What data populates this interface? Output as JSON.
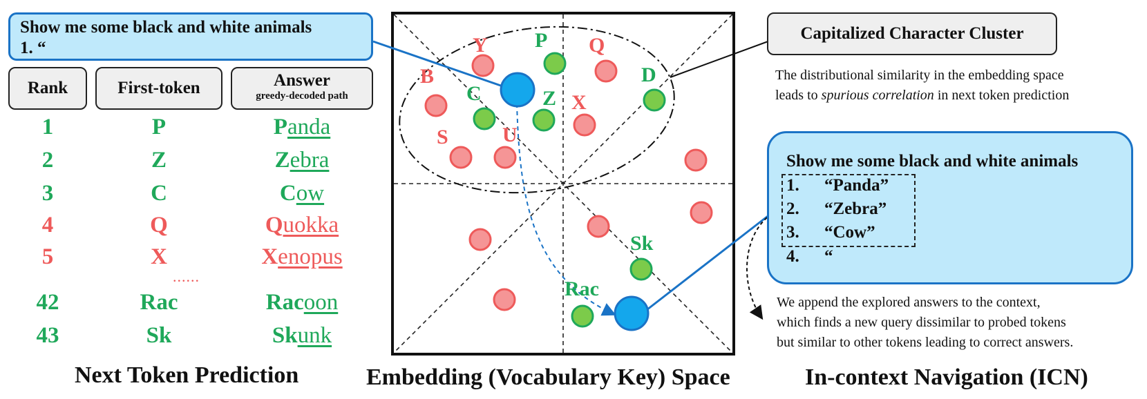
{
  "prompt": {
    "line1": "Show me some black and white animals",
    "line2": "1. “"
  },
  "table": {
    "headers": {
      "rank": "Rank",
      "first_token": "First-token",
      "answer": "Answer",
      "answer_sub": "greedy-decoded path"
    },
    "rows": [
      {
        "rank": "1",
        "token": "P",
        "answer_prefix": "P",
        "answer_rest": "anda",
        "status": "correct"
      },
      {
        "rank": "2",
        "token": "Z",
        "answer_prefix": "Z",
        "answer_rest": "ebra",
        "status": "correct"
      },
      {
        "rank": "3",
        "token": "C",
        "answer_prefix": "C",
        "answer_rest": "ow",
        "status": "correct"
      },
      {
        "rank": "4",
        "token": "Q",
        "answer_prefix": "Q",
        "answer_rest": "uokka",
        "status": "incorrect"
      },
      {
        "rank": "5",
        "token": "X",
        "answer_prefix": "X",
        "answer_rest": "enopus",
        "status": "incorrect"
      },
      {
        "rank": "42",
        "token": "Rac",
        "answer_prefix": "Rac",
        "answer_rest": "oon",
        "status": "correct"
      },
      {
        "rank": "43",
        "token": "Sk",
        "answer_prefix": "Sk",
        "answer_rest": "unk",
        "status": "correct"
      }
    ],
    "ellipsis": "......"
  },
  "titles": {
    "left": "Next Token Prediction",
    "center": "Embedding (Vocabulary Key) Space",
    "right": "In-context Navigation (ICN)"
  },
  "embedding": {
    "labels": {
      "Y": "Y",
      "P": "P",
      "Q": "Q",
      "B": "B",
      "D": "D",
      "C": "C",
      "Z": "Z",
      "X": "X",
      "S": "S",
      "U": "U",
      "Sk": "Sk",
      "Rac": "Rac"
    }
  },
  "cluster": {
    "title": "Capitalized Character Cluster",
    "caption_line1": "The distributional similarity in the embedding space",
    "caption_line2_pre": "leads to ",
    "caption_line2_em": "spurious correlation",
    "caption_line2_post": " in next token prediction"
  },
  "icn": {
    "prompt": "Show me some black and white animals",
    "items": [
      {
        "num": "1.",
        "text": "“Panda”"
      },
      {
        "num": "2.",
        "text": "“Zebra”"
      },
      {
        "num": "3.",
        "text": "“Cow”"
      },
      {
        "num": "4.",
        "text": "“"
      }
    ],
    "caption_line1": "We append the explored answers to the context,",
    "caption_line2": "which finds a new query dissimilar to probed tokens",
    "caption_line3": "but similar to other tokens leading to correct answers."
  },
  "colors": {
    "correct": "#1fa85a",
    "incorrect": "#ee5a5a",
    "query": "#1a73c6",
    "box_fill": "#bfe9fb"
  }
}
